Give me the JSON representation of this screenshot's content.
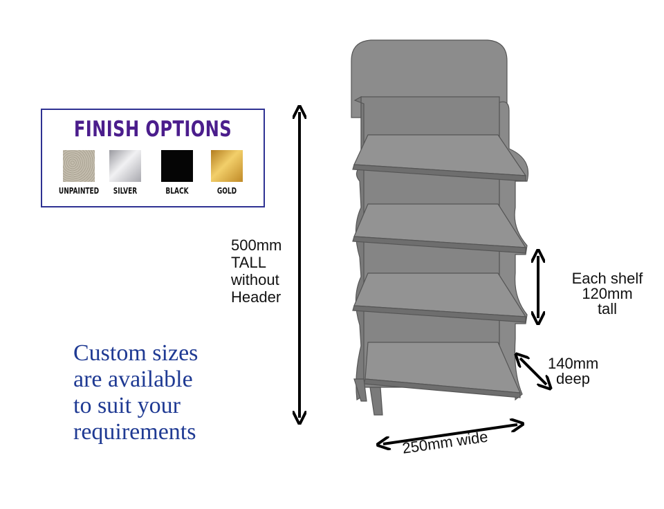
{
  "finish": {
    "title": "FINISH OPTIONS",
    "options": [
      {
        "label": "UNPAINTED",
        "color": "#b9b2a2",
        "icon": "unpainted-swatch"
      },
      {
        "label": "SILVER",
        "color": "#c8c8cc",
        "icon": "silver-swatch"
      },
      {
        "label": "BLACK",
        "color": "#050505",
        "icon": "black-swatch"
      },
      {
        "label": "GOLD",
        "color": "#d9a73a",
        "icon": "gold-swatch"
      }
    ]
  },
  "dimensions": {
    "tall": [
      "500mm",
      "TALL",
      "without",
      "Header"
    ],
    "shelf": [
      "Each shelf",
      "120mm",
      "tall"
    ],
    "deep": [
      "140mm",
      "deep"
    ],
    "wide": "250mm wide"
  },
  "custom": [
    "Custom sizes",
    "are available",
    "to suit your",
    "requirements"
  ],
  "colors": {
    "stand": "#8c8c8c",
    "stand_edge": "#555555",
    "custom_text": "#1f3a93",
    "finish_border": "#2e3192",
    "finish_title": "#4b1d8c"
  }
}
